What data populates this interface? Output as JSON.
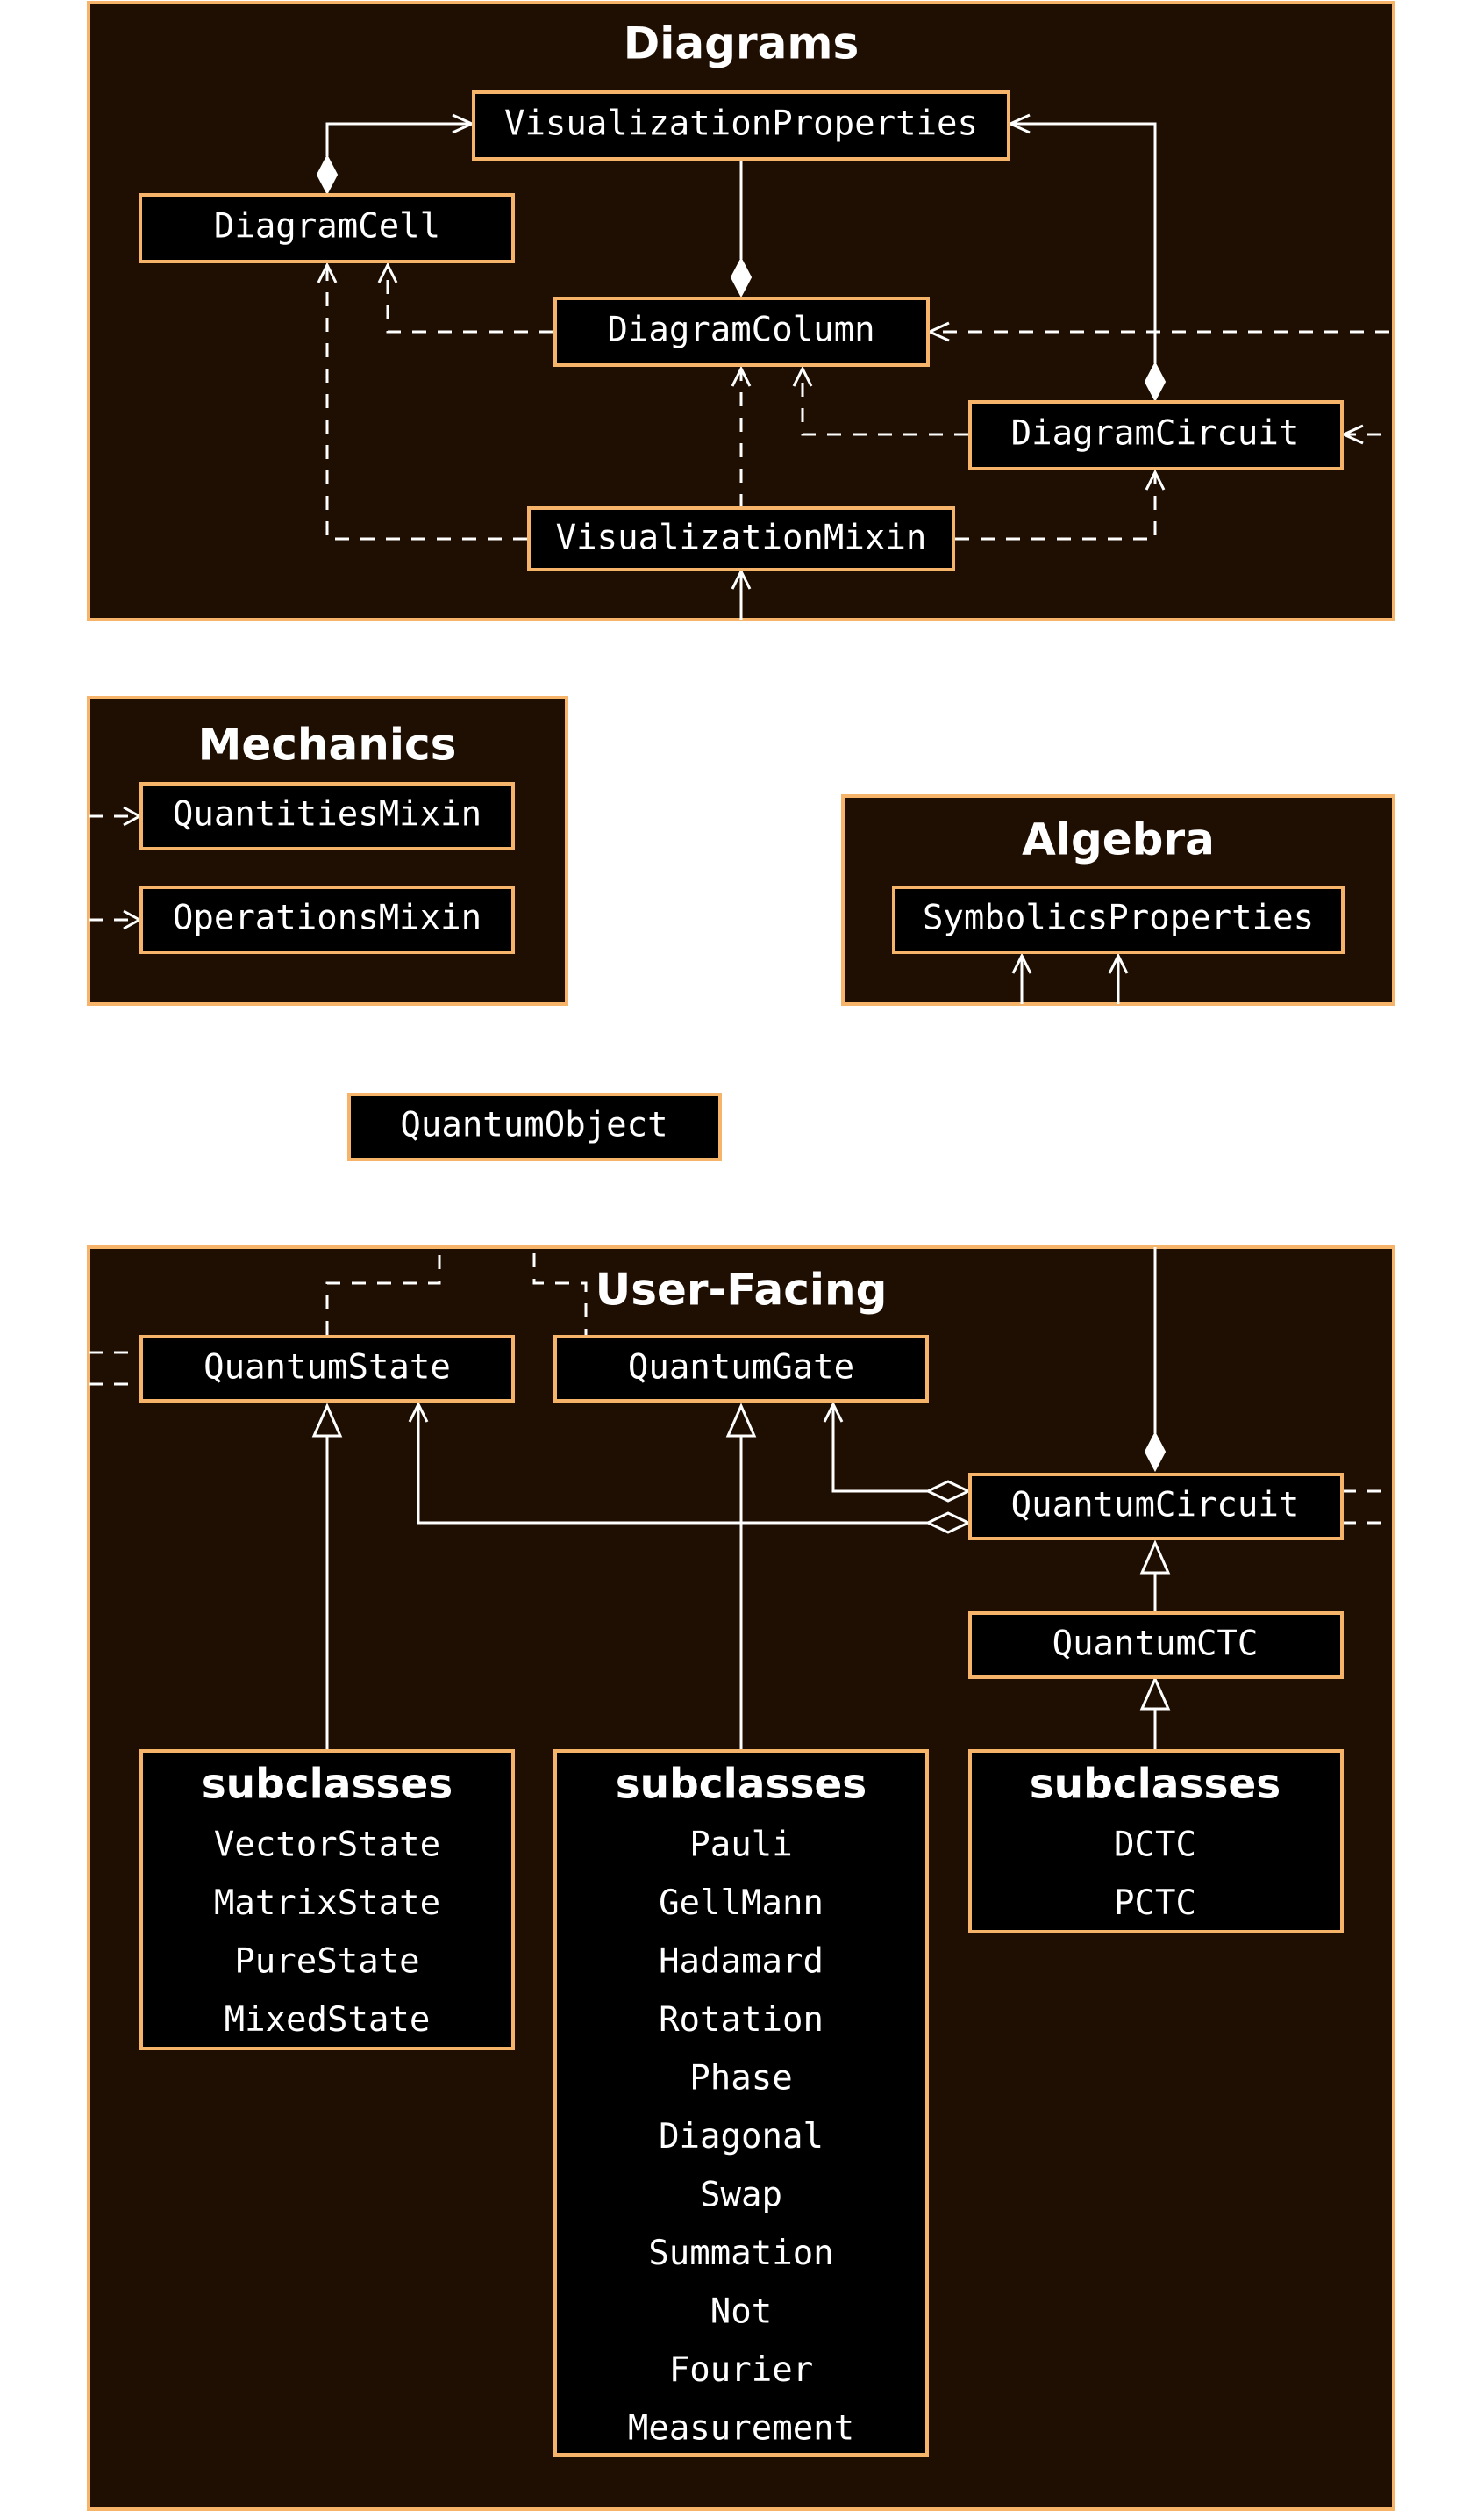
{
  "groups": {
    "diagrams": "Diagrams",
    "mechanics": "Mechanics",
    "algebra": "Algebra",
    "user_facing": "User-Facing"
  },
  "classes": {
    "visualization_properties": "VisualizationProperties",
    "diagram_cell": "DiagramCell",
    "diagram_column": "DiagramColumn",
    "diagram_circuit": "DiagramCircuit",
    "visualization_mixin": "VisualizationMixin",
    "quantities_mixin": "QuantitiesMixin",
    "operations_mixin": "OperationsMixin",
    "symbolics_properties": "SymbolicsProperties",
    "quantum_object": "QuantumObject",
    "quantum_state": "QuantumState",
    "quantum_gate": "QuantumGate",
    "quantum_circuit": "QuantumCircuit",
    "quantum_ctc": "QuantumCTC"
  },
  "subclasses": {
    "heading": "subclasses",
    "state": [
      "VectorState",
      "MatrixState",
      "PureState",
      "MixedState"
    ],
    "gate": [
      "Pauli",
      "GellMann",
      "Hadamard",
      "Rotation",
      "Phase",
      "Diagonal",
      "Swap",
      "Summation",
      "Not",
      "Fourier",
      "Measurement"
    ],
    "ctc": [
      "DCTC",
      "PCTC"
    ]
  },
  "colors": {
    "group_fill": "#1f0f02",
    "box_fill": "#000000",
    "border": "#f5b469",
    "text": "#ffffff"
  }
}
